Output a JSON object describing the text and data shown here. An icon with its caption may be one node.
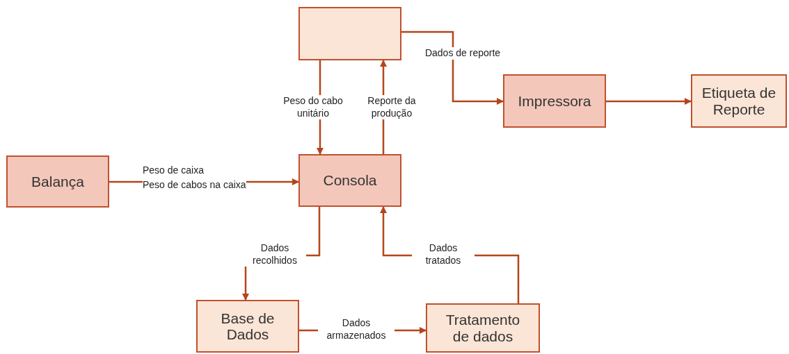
{
  "diagram": {
    "nodes": [
      {
        "text": [],
        "shape": "box"
      },
      {
        "text": [
          "Impressora"
        ]
      },
      {
        "text": [
          "Etiqueta de Reporte"
        ]
      },
      {
        "text": [
          "Balança"
        ]
      },
      {
        "text": [
          "Consola"
        ]
      },
      {
        "text": [
          "Base de Dados"
        ]
      },
      {
        "text": [
          "Tratamento de dados"
        ]
      }
    ],
    "edges": [
      {
        "from": 0,
        "to": 1,
        "arrow": "to",
        "label": "Dados de reporte"
      },
      {
        "from": 1,
        "to": 2,
        "arrow": "to"
      },
      {
        "from": 0,
        "to": 4,
        "arrow": "to",
        "label": "Peso do cabo unitário"
      },
      {
        "from": 4,
        "to": 0,
        "arrow": "to",
        "label": "Reporte da produção"
      },
      {
        "from": 3,
        "to": 4,
        "arrow": "to",
        "label": "Peso de caixa"
      },
      {
        "from": 4,
        "to": 5,
        "arrow": "to",
        "label": "Dados recolhidos"
      },
      {
        "from": 6,
        "to": 4,
        "arrow": "to",
        "label": "Dados tratados"
      },
      {
        "from": 5,
        "to": 6,
        "arrow": "to",
        "label": "Dados armazenados"
      }
    ],
    "labels": [
      "Peso de cabos na caixa"
    ]
  }
}
